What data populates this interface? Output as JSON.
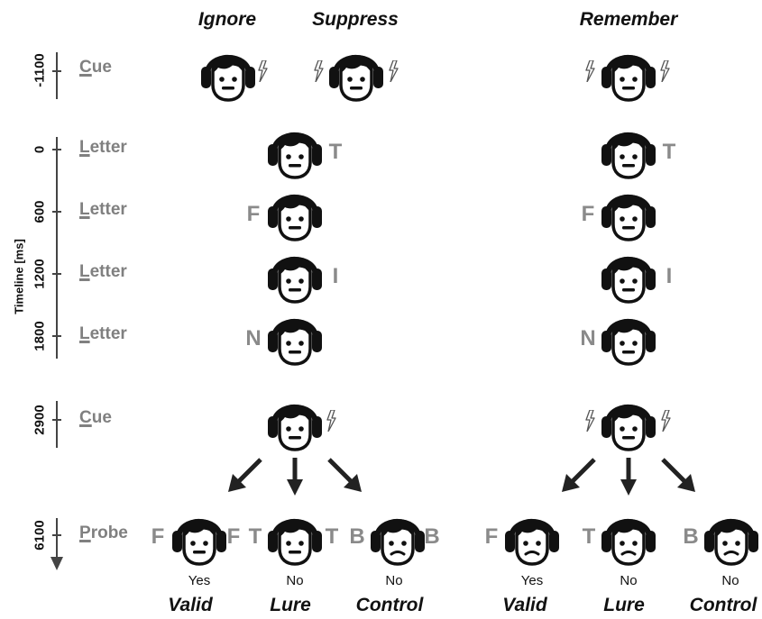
{
  "conditions": {
    "ignore": "Ignore",
    "suppress": "Suppress",
    "remember": "Remember"
  },
  "axis_title": "Timeline [ms]",
  "events": [
    {
      "first": "C",
      "rest": "ue",
      "time": "-1100"
    },
    {
      "first": "L",
      "rest": "etter",
      "time": "0"
    },
    {
      "first": "L",
      "rest": "etter",
      "time": "600"
    },
    {
      "first": "L",
      "rest": "etter",
      "time": "1200"
    },
    {
      "first": "L",
      "rest": "etter",
      "time": "1800"
    },
    {
      "first": "C",
      "rest": "ue",
      "time": "2900"
    },
    {
      "first": "P",
      "rest": "robe",
      "time": "6100"
    }
  ],
  "letters": [
    "T",
    "F",
    "I",
    "N"
  ],
  "left_probes": [
    {
      "left": "F",
      "right": "F",
      "response": "Yes",
      "label": "Valid"
    },
    {
      "left": "T",
      "right": "T",
      "response": "No",
      "label": "Lure"
    },
    {
      "left": "B",
      "right": "B",
      "response": "No",
      "label": "Control"
    }
  ],
  "right_probes": [
    {
      "left": "F",
      "response": "Yes",
      "label": "Valid"
    },
    {
      "left": "T",
      "response": "No",
      "label": "Lure"
    },
    {
      "left": "B",
      "response": "No",
      "label": "Control"
    }
  ],
  "icons": {
    "head": "headphones-face-icon",
    "cue": "lightning-icon",
    "arrow": "arrow-icon"
  }
}
